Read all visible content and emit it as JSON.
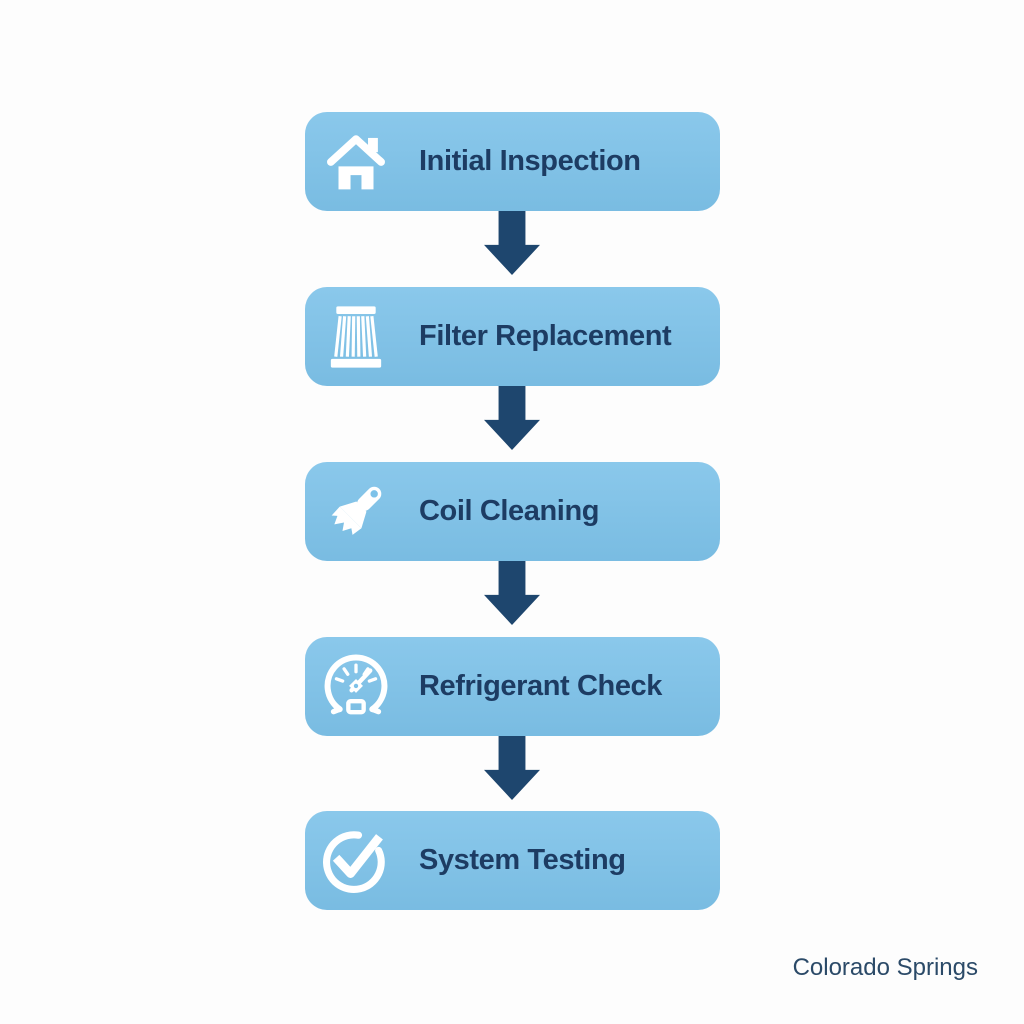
{
  "steps": [
    {
      "label": "Initial Inspection",
      "icon": "house-icon"
    },
    {
      "label": "Filter Replacement",
      "icon": "air-filter-icon"
    },
    {
      "label": "Coil Cleaning",
      "icon": "brush-icon"
    },
    {
      "label": "Refrigerant Check",
      "icon": "gauge-icon"
    },
    {
      "label": "System Testing",
      "icon": "check-circle-icon"
    }
  ],
  "footer": {
    "location_label": "Colorado Springs"
  },
  "colors": {
    "box-fill": "#7dc2e9",
    "arrow": "#1e466e",
    "label-text": "#1d3c63",
    "footer-text": "#2b4a68",
    "icon": "#ffffff",
    "background": "#fdfdfd"
  }
}
